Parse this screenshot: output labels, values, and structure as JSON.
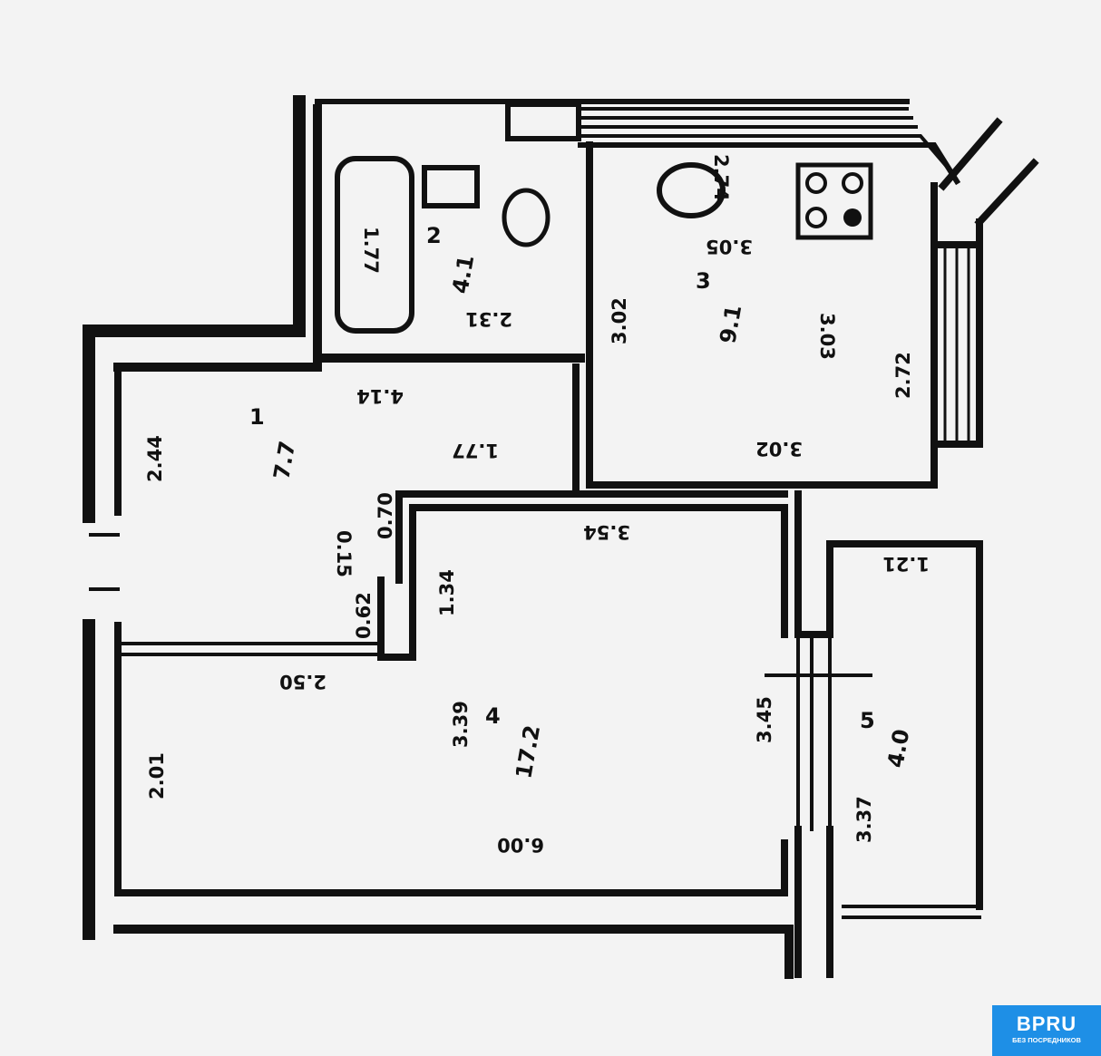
{
  "rooms": [
    {
      "number": "1",
      "area": "7.7"
    },
    {
      "number": "2",
      "area": "4.1"
    },
    {
      "number": "3",
      "area": "9.1"
    },
    {
      "number": "4",
      "area": "17.2"
    },
    {
      "number": "5",
      "area": "4.0"
    }
  ],
  "dimensions": {
    "hall_top": "4.14",
    "hall_left": "2.44",
    "hall_right": "1.77",
    "bath_bottom": "2.31",
    "bathtub": "1.77",
    "bath_right": "3.02",
    "kitchen_top": "3.05",
    "kitchen_inner": "3.03",
    "kitchen_window": "2.72",
    "kitchen_bottom": "3.02",
    "kitchen_sink": "2.74",
    "living_top": "3.54",
    "niche_070": "0.70",
    "niche_015": "0.15",
    "niche_062": "0.62",
    "niche_134": "1.34",
    "hall_bottom": "2.50",
    "living_inner": "3.39",
    "living_right": "3.45",
    "living_left": "2.01",
    "living_bottom": "6.00",
    "balcony_top": "1.21",
    "balcony_side": "3.37"
  },
  "logo": {
    "brand": "BPRU",
    "tagline": "БЕЗ ПОСРЕДНИКОВ"
  }
}
